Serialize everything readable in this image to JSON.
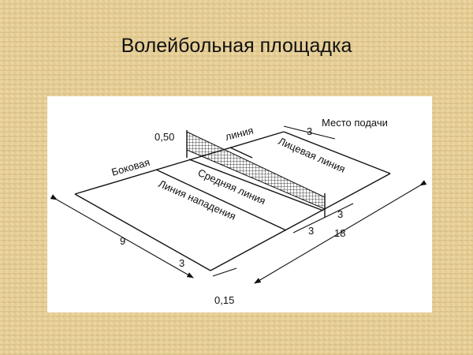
{
  "slide": {
    "title": "Волейбольная площадка"
  },
  "diagram": {
    "labels": {
      "net_height_gap": "0,50",
      "sideline_word1": "Боковая",
      "sideline_word2": "линия",
      "serve_area": "Место подачи",
      "end_line": "Лицевая линия",
      "center_line": "Средняя линия",
      "attack_line": "Линия нападения",
      "line_width": "0,15"
    },
    "dimensions": {
      "width": "9",
      "length": "18",
      "serve_width": "3",
      "attack_zone_near": "3",
      "attack_zone_far": "3",
      "end_offset": "3"
    }
  }
}
